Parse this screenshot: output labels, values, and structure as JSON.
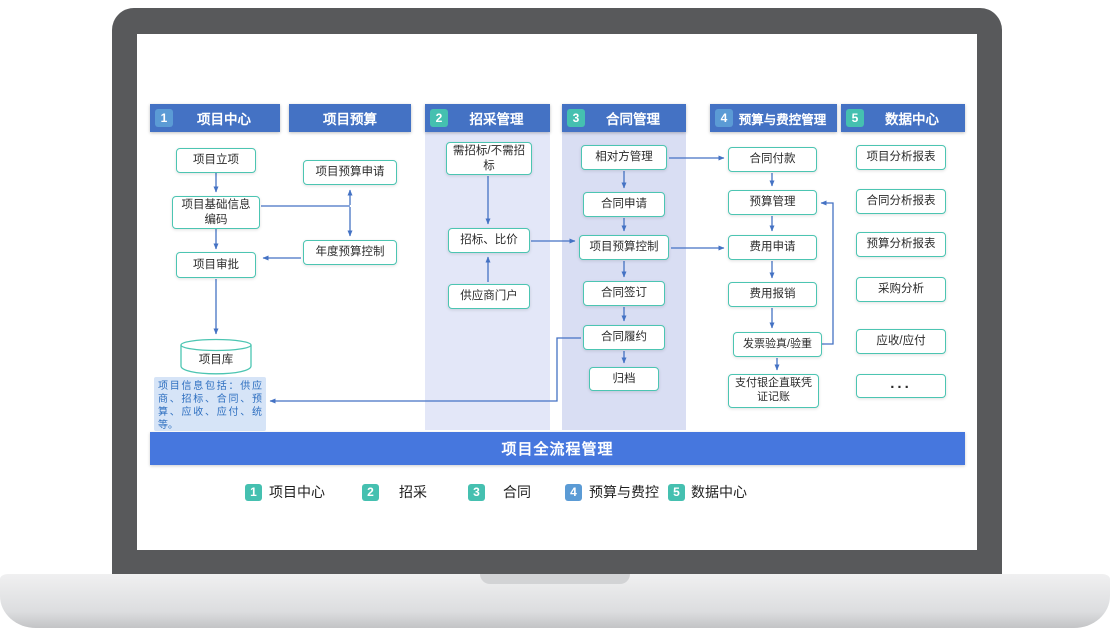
{
  "colors": {
    "header_blue": "#4472c4",
    "bar_blue": "#4677de",
    "arrow": "#4472c4",
    "teal": "#45c0b0",
    "badge_blue": "#5b9bd5",
    "box_border": "#4cc5b2",
    "lane3_bg": "#e3e7f8",
    "lane4_bg": "#d9def3",
    "note_bg": "#d6e4f7",
    "note_text": "#2e6fc0"
  },
  "columns": [
    {
      "badge": "1",
      "badge_color": "#5b9bd5",
      "title": "项目中心",
      "boxes": [
        "项目立项",
        "项目基础信息编码",
        "项目审批"
      ],
      "database": "项目库",
      "note": "项目信息包括：供应商、招标、合同、预算、应收、应付、统等。"
    },
    {
      "badge": "",
      "title": "项目预算",
      "boxes": [
        "项目预算申请",
        "年度预算控制"
      ]
    },
    {
      "badge": "2",
      "badge_color": "#45c0b0",
      "title": "招采管理",
      "boxes": [
        "需招标/不需招标",
        "招标、比价",
        "供应商门户"
      ]
    },
    {
      "badge": "3",
      "badge_color": "#45c0b0",
      "title": "合同管理",
      "boxes": [
        "相对方管理",
        "合同申请",
        "项目预算控制",
        "合同签订",
        "合同履约",
        "归档"
      ]
    },
    {
      "badge": "4",
      "badge_color": "#5b9bd5",
      "title": "预算与费控管理",
      "boxes": [
        "合同付款",
        "预算管理",
        "费用申请",
        "费用报销",
        "发票验真/验重",
        "支付银企直联凭证记账"
      ]
    },
    {
      "badge": "5",
      "badge_color": "#45c0b0",
      "title": "数据中心",
      "boxes": [
        "项目分析报表",
        "合同分析报表",
        "预算分析报表",
        "采购分析",
        "应收/应付",
        "..."
      ]
    }
  ],
  "bottom_bar": "项目全流程管理",
  "legend": [
    {
      "num": "1",
      "label": "项目中心",
      "color": "#45c0b0"
    },
    {
      "num": "2",
      "label": "招采",
      "color": "#45c0b0"
    },
    {
      "num": "3",
      "label": "合同",
      "color": "#45c0b0"
    },
    {
      "num": "4",
      "label": "预算与费控",
      "color": "#5b9bd5"
    },
    {
      "num": "5",
      "label": "数据中心",
      "color": "#45c0b0"
    }
  ]
}
